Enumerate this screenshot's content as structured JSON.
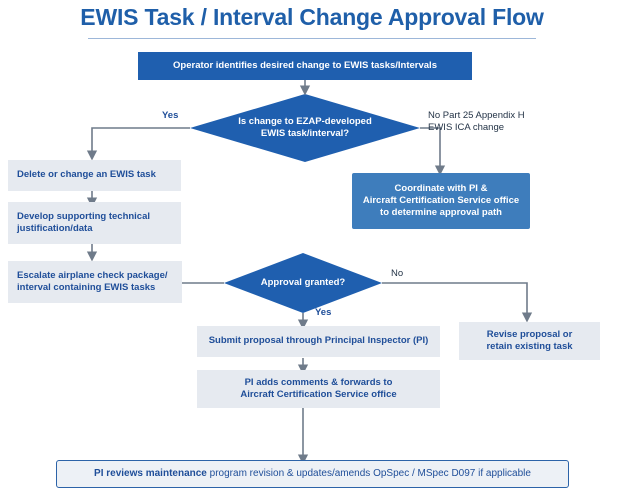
{
  "page": {
    "title": "EWIS Task / Interval Change Approval Flow",
    "accent_color": "#1F5FA9",
    "box_blue": "#1F5FAF",
    "box_blue_soft": "#3E7DBC",
    "box_light": "#E6EAF0",
    "text_blue": "#1F4E99",
    "connector_color": "#6F7B8A"
  },
  "nodes": {
    "start": {
      "label": "Operator identifies desired change to EWIS tasks/Intervals",
      "type": "process"
    },
    "decision1": {
      "line1": "Is change to EZAP-developed",
      "line2": "EWIS task/interval?",
      "type": "decision"
    },
    "delete_change": {
      "label": "Delete or change an EWIS task",
      "type": "process"
    },
    "develop": {
      "line1": "Develop supporting technical",
      "line2": "justification/data",
      "type": "process"
    },
    "escalate": {
      "line1": "Escalate airplane check package/",
      "line2": "interval containing EWIS tasks",
      "type": "process"
    },
    "coordinate": {
      "line1": "Coordinate with PI &",
      "line2": "Aircraft Certification Service office",
      "line3": "to determine approval path",
      "type": "process"
    },
    "decision2": {
      "label": "Approval granted?",
      "type": "decision"
    },
    "submit": {
      "label": "Submit proposal through Principal Inspector (PI)",
      "type": "process"
    },
    "pi_adds": {
      "line1": "PI adds comments & forwards to",
      "line2": "Aircraft Certification Service office",
      "type": "process"
    },
    "revise": {
      "line1": "Revise proposal or",
      "line2": "retain existing task",
      "type": "process"
    },
    "final": {
      "bold_part": "PI reviews maintenance ",
      "normal_part": "program revision & updates/amends OpSpec / MSpec D097 if applicable",
      "type": "process"
    }
  },
  "edges": {
    "yes_left": "Yes",
    "no_right_line1": "No Part 25 Appendix H",
    "no_right_line2": "EWIS ICA change",
    "no_right2": "No",
    "yes_down": "Yes"
  }
}
